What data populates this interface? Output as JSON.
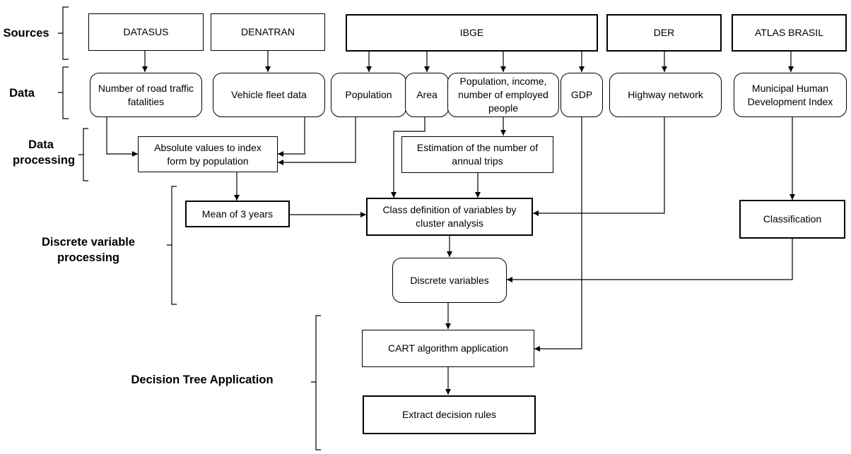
{
  "stages": {
    "sources": "Sources",
    "data": "Data",
    "data_processing": "Data processing",
    "discrete_variable_processing": "Discrete variable processing",
    "decision_tree_application": "Decision Tree Application"
  },
  "sources": {
    "datasus": "DATASUS",
    "denatran": "DENATRAN",
    "ibge": "IBGE",
    "der": "DER",
    "atlas_brasil": "ATLAS BRASIL"
  },
  "data": {
    "road_fatalities": "Number of road traffic fatalities",
    "vehicle_fleet": "Vehicle fleet data",
    "population": "Population",
    "area": "Area",
    "population_income": "Population, income, number of employed people",
    "gdp": "GDP",
    "highway_network": "Highway network",
    "hdi": "Municipal Human Development Index"
  },
  "processing": {
    "absolute_to_index": "Absolute values to index form by population",
    "estimation_trips": "Estimation of the number of annual trips",
    "mean_3_years": "Mean of 3 years",
    "class_definition": "Class definition of variables by cluster analysis",
    "classification": "Classification",
    "discrete_variables": "Discrete variables"
  },
  "application": {
    "cart": "CART algorithm application",
    "extract_rules": "Extract decision rules"
  }
}
